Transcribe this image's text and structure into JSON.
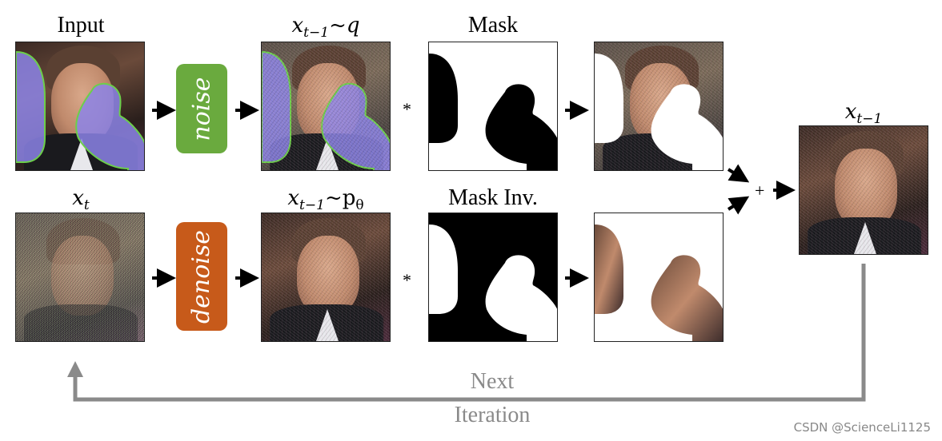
{
  "labels": {
    "input": "Input",
    "xt": "x",
    "xt_sub": "t",
    "xq": "x",
    "xq_sub": "t−1",
    "xq_rel": "~",
    "xq_dist": "q",
    "xp": "x",
    "xp_sub": "t−1",
    "xp_rel": "~",
    "xp_dist": "p",
    "xp_dist_sub": "θ",
    "mask": "Mask",
    "mask_inv": "Mask Inv.",
    "out": "x",
    "out_sub": "t−1"
  },
  "boxes": {
    "noise": "noise",
    "denoise": "denoise"
  },
  "operators": {
    "multiply": "*",
    "plus": "+"
  },
  "loop": {
    "line1": "Next",
    "line2": "Iteration"
  },
  "watermark": "CSDN @ScienceLi1125",
  "colors": {
    "noise_box": "#6aaa3e",
    "denoise_box": "#c75a1a",
    "mask_overlay": "#8c84e8",
    "mask_outline": "#6ccf4a",
    "arrow": "#000000",
    "loop_arrow": "#8a8a8a"
  }
}
